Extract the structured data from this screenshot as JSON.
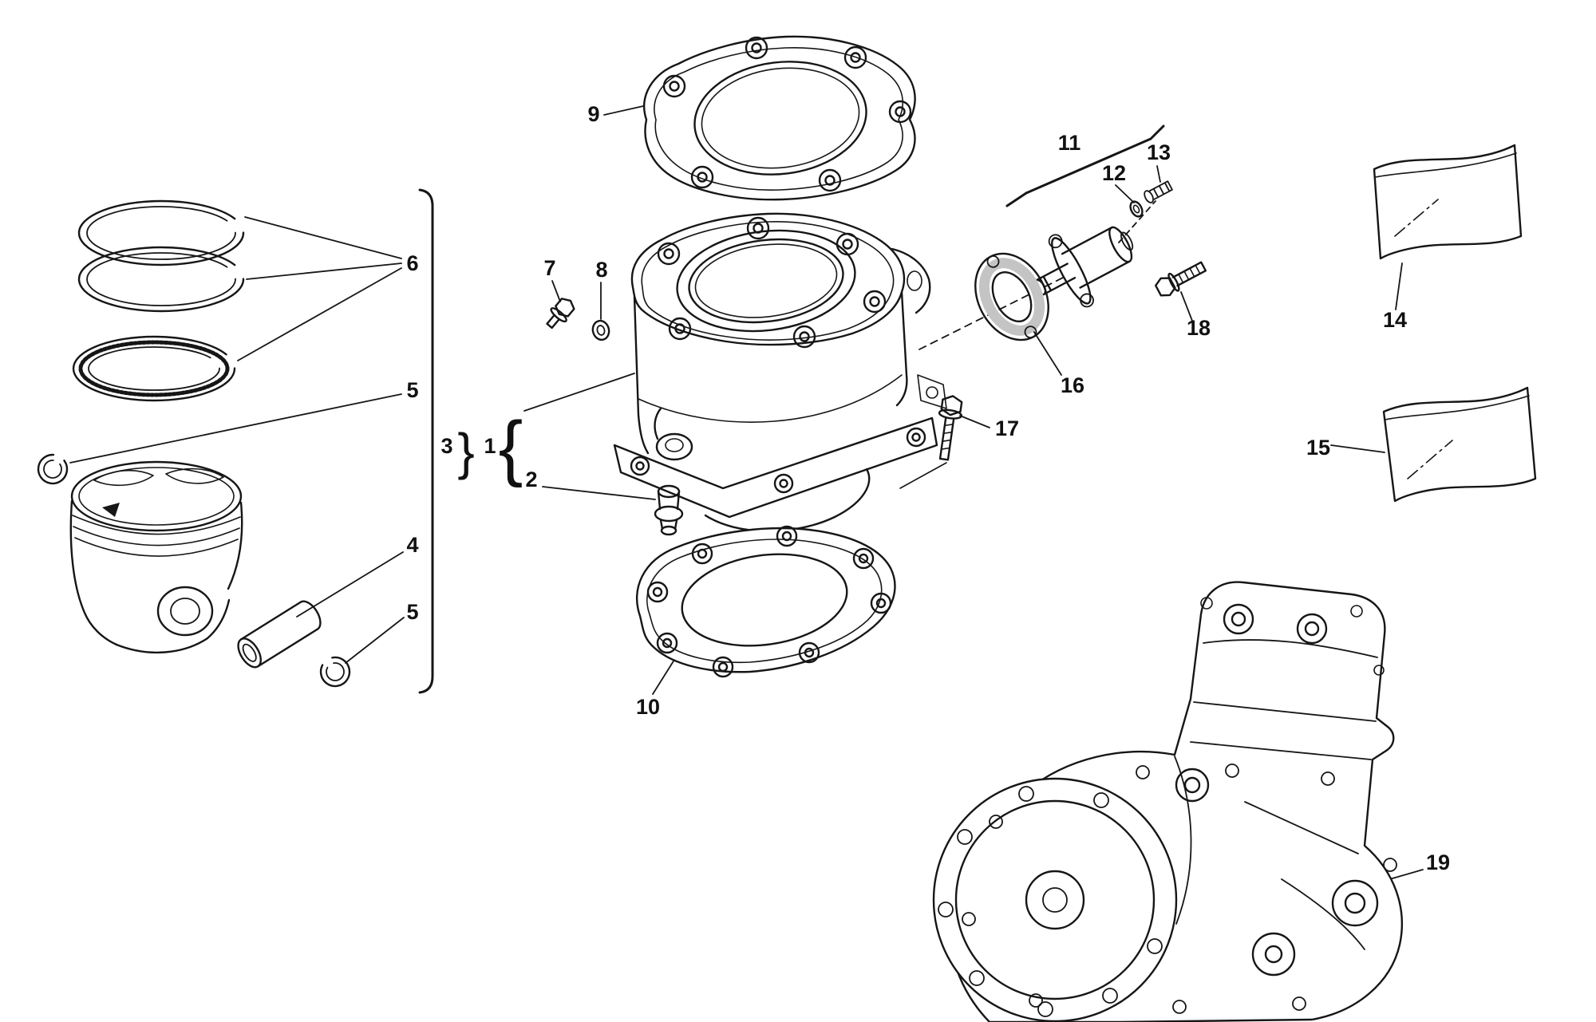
{
  "diagram": {
    "background": "#ffffff",
    "line_color": "#161616",
    "shade_color": "#c4c4c4",
    "labels": {
      "l1": "1",
      "l2": "2",
      "l3": "3",
      "l4": "4",
      "l5a": "5",
      "l5b": "5",
      "l6": "6",
      "l7": "7",
      "l8": "8",
      "l9": "9",
      "l10": "10",
      "l11": "11",
      "l12": "12",
      "l13": "13",
      "l14": "14",
      "l15": "15",
      "l16": "16",
      "l17": "17",
      "l18": "18",
      "l19": "19",
      "brace_piston_kit": "}",
      "brace_cylinder_assembly": "{"
    }
  }
}
